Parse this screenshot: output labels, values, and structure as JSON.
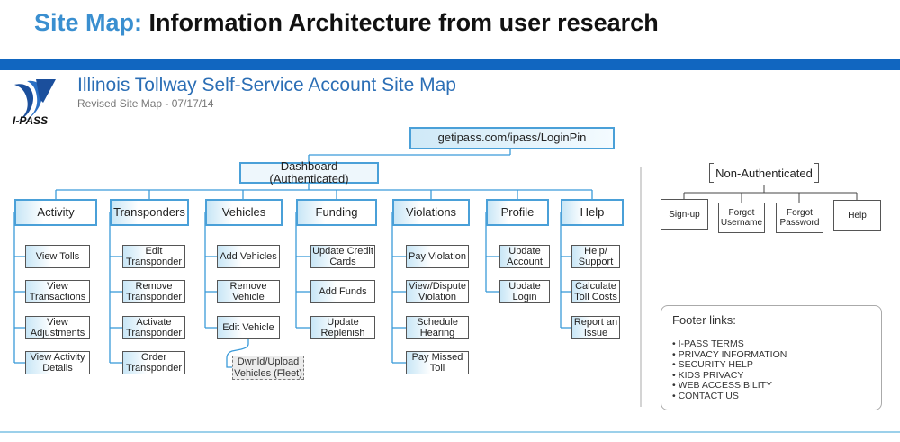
{
  "slide": {
    "title_accent": "Site Map:",
    "title_rest": "Information Architecture from user research"
  },
  "logo": {
    "text": "I-PASS"
  },
  "sitemap": {
    "title": "Illinois Tollway Self-Service Account Site Map",
    "subtitle": "Revised Site Map - 07/17/14",
    "root": "getipass.com/ipass/LoginPin",
    "dashboard": "Dashboard (Authenticated)",
    "categories": [
      {
        "label": "Activity",
        "children": [
          "View Tolls",
          "View Transactions",
          "View Adjustments",
          "View Activity Details"
        ]
      },
      {
        "label": "Transponders",
        "children": [
          "Edit Transponder",
          "Remove Transponder",
          "Activate Transponder",
          "Order Transponder"
        ]
      },
      {
        "label": "Vehicles",
        "children": [
          "Add Vehicles",
          "Remove Vehicle",
          "Edit Vehicle"
        ],
        "sub": "Dwnld/Upload Vehicles (Fleet)"
      },
      {
        "label": "Funding",
        "children": [
          "Update Credit Cards",
          "Add Funds",
          "Update Replenish"
        ]
      },
      {
        "label": "Violations",
        "children": [
          "Pay Violation",
          "View/Dispute Violation",
          "Schedule Hearing",
          "Pay Missed Toll"
        ]
      },
      {
        "label": "Profile",
        "children": [
          "Update Account",
          "Update Login"
        ]
      },
      {
        "label": "Help",
        "children": [
          "Help/ Support",
          "Calculate Toll Costs",
          "Report an Issue"
        ]
      }
    ],
    "non_auth": {
      "label": "Non-Authenticated",
      "children": [
        "Sign-up",
        "Forgot Username",
        "Forgot Password",
        "Help"
      ]
    },
    "footer": {
      "title": "Footer links:",
      "links": [
        "• I-PASS TERMS",
        "• PRIVACY INFORMATION",
        "• SECURITY HELP",
        "• KIDS PRIVACY",
        "• WEB ACCESSIBILITY",
        "• CONTACT US"
      ]
    }
  }
}
